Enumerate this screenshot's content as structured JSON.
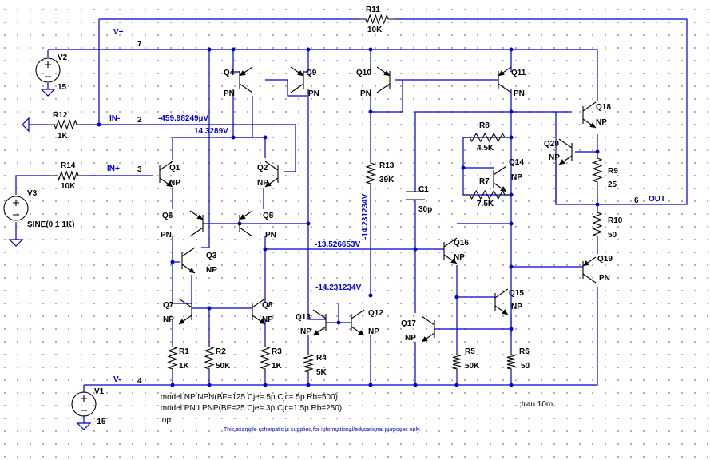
{
  "nets": {
    "vplus": "V+",
    "vminus": "V-",
    "inminus": "IN-",
    "inplus": "IN+",
    "out": "OUT",
    "n2": "2",
    "n3": "3",
    "n4": "4",
    "n6": "6",
    "n7": "7"
  },
  "voltages": {
    "v_inminus": "-459.98249µV",
    "v_q1q2": "14.3289V",
    "v_vas": "-13.526653V",
    "v_q12": "-14.231234V",
    "v_vertical": "-14.231234V"
  },
  "components": {
    "V1": {
      "name": "V1",
      "value": "-15"
    },
    "V2": {
      "name": "V2",
      "value": "15"
    },
    "V3": {
      "name": "V3",
      "value": "SINE(0 1 1K)"
    },
    "R1": {
      "name": "R1",
      "value": "1K"
    },
    "R2": {
      "name": "R2",
      "value": "50K"
    },
    "R3": {
      "name": "R3",
      "value": "1K"
    },
    "R4": {
      "name": "R4",
      "value": "5K"
    },
    "R5": {
      "name": "R5",
      "value": "50K"
    },
    "R6": {
      "name": "R6",
      "value": "50"
    },
    "R7": {
      "name": "R7",
      "value": "7.5K"
    },
    "R8": {
      "name": "R8",
      "value": "4.5K"
    },
    "R9": {
      "name": "R9",
      "value": "25"
    },
    "R10": {
      "name": "R10",
      "value": "50"
    },
    "R11": {
      "name": "R11",
      "value": "10K"
    },
    "R12": {
      "name": "R12",
      "value": "1K"
    },
    "R13": {
      "name": "R13",
      "value": "39K"
    },
    "R14": {
      "name": "R14",
      "value": "10K"
    },
    "C1": {
      "name": "C1",
      "value": "30p"
    }
  },
  "transistors": [
    {
      "name": "Q1",
      "model": "NP"
    },
    {
      "name": "Q2",
      "model": "NP"
    },
    {
      "name": "Q3",
      "model": "NP"
    },
    {
      "name": "Q4",
      "model": "PN"
    },
    {
      "name": "Q5",
      "model": "PN"
    },
    {
      "name": "Q6",
      "model": "PN"
    },
    {
      "name": "Q7",
      "model": "NP"
    },
    {
      "name": "Q8",
      "model": "NP"
    },
    {
      "name": "Q9",
      "model": "PN"
    },
    {
      "name": "Q10",
      "model": "PN"
    },
    {
      "name": "Q11",
      "model": "PN"
    },
    {
      "name": "Q12",
      "model": "NP"
    },
    {
      "name": "Q13",
      "model": "NP"
    },
    {
      "name": "Q14",
      "model": "NP"
    },
    {
      "name": "Q15",
      "model": "NP"
    },
    {
      "name": "Q16",
      "model": "NP"
    },
    {
      "name": "Q17",
      "model": "NP"
    },
    {
      "name": "Q18",
      "model": "NP"
    },
    {
      "name": "Q19",
      "model": "PN"
    },
    {
      "name": "Q20",
      "model": "NP"
    }
  ],
  "directives": {
    "model_np": ".model NP NPN(BF=125 Cje=.5p Cjc=.5p Rb=500)",
    "model_pn": ".model PN LPNP(BF=25 Cje=.3p Cjc=1.5p Rb=250)",
    "op": ".op",
    "tran": ";tran 10m"
  },
  "footnote": "This example schematic is supplied for informational/educational purposes only.",
  "colors": {
    "wire": "#0000cc",
    "component": "#000000",
    "background": "#ffffff",
    "grid": "#9a9a9a"
  }
}
